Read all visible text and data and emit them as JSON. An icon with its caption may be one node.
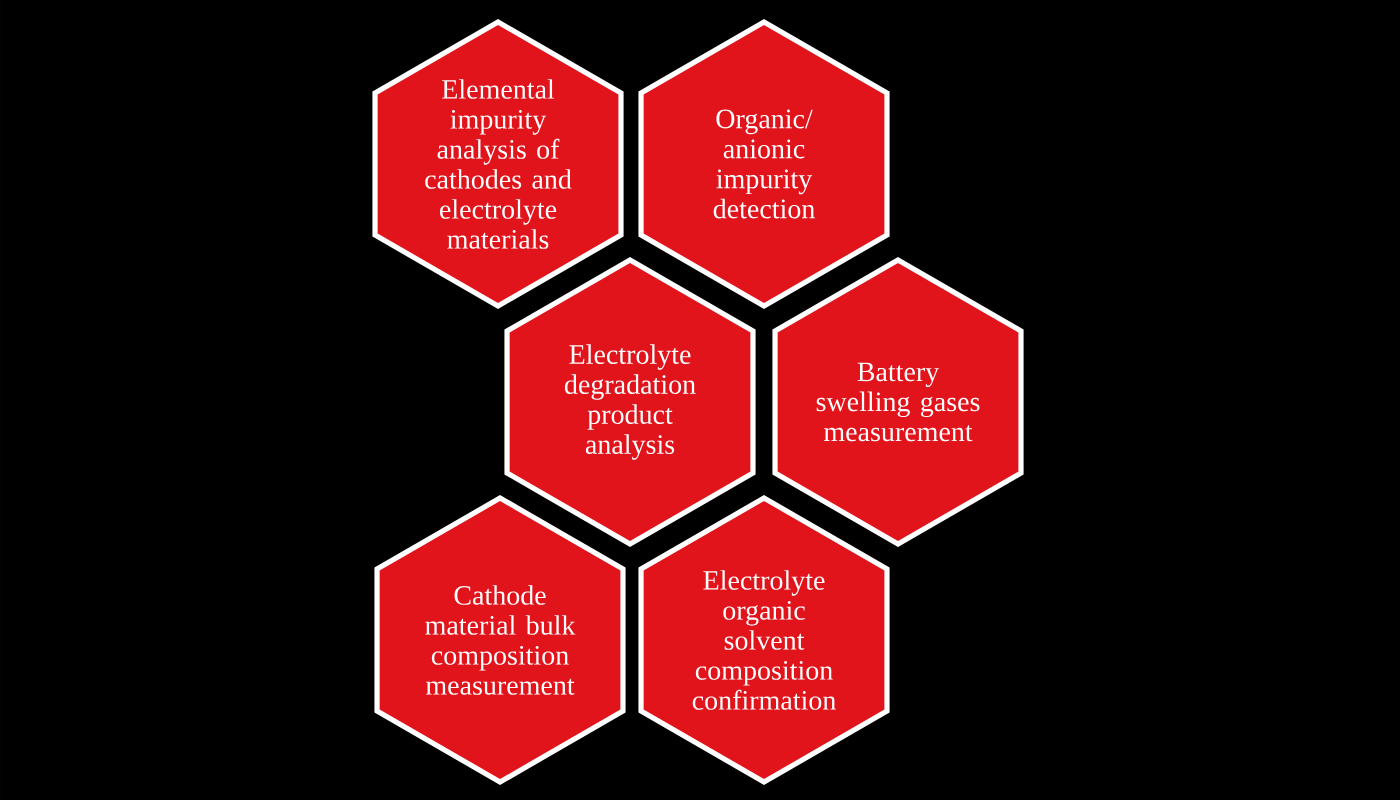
{
  "diagram": {
    "nodes": [
      {
        "text": [
          "Elemental impurity analysis of cathodes and electrolyte materials"
        ]
      },
      {
        "text": [
          "Organic/ anionic impurity detection"
        ]
      },
      {
        "text": [
          "Electrolyte degradation product analysis"
        ]
      },
      {
        "text": [
          "Battery swelling gases measurement"
        ]
      },
      {
        "text": [
          "Cathode material bulk composition measurement"
        ]
      },
      {
        "text": [
          "Electrolyte organic solvent composition confirmation"
        ]
      }
    ]
  }
}
